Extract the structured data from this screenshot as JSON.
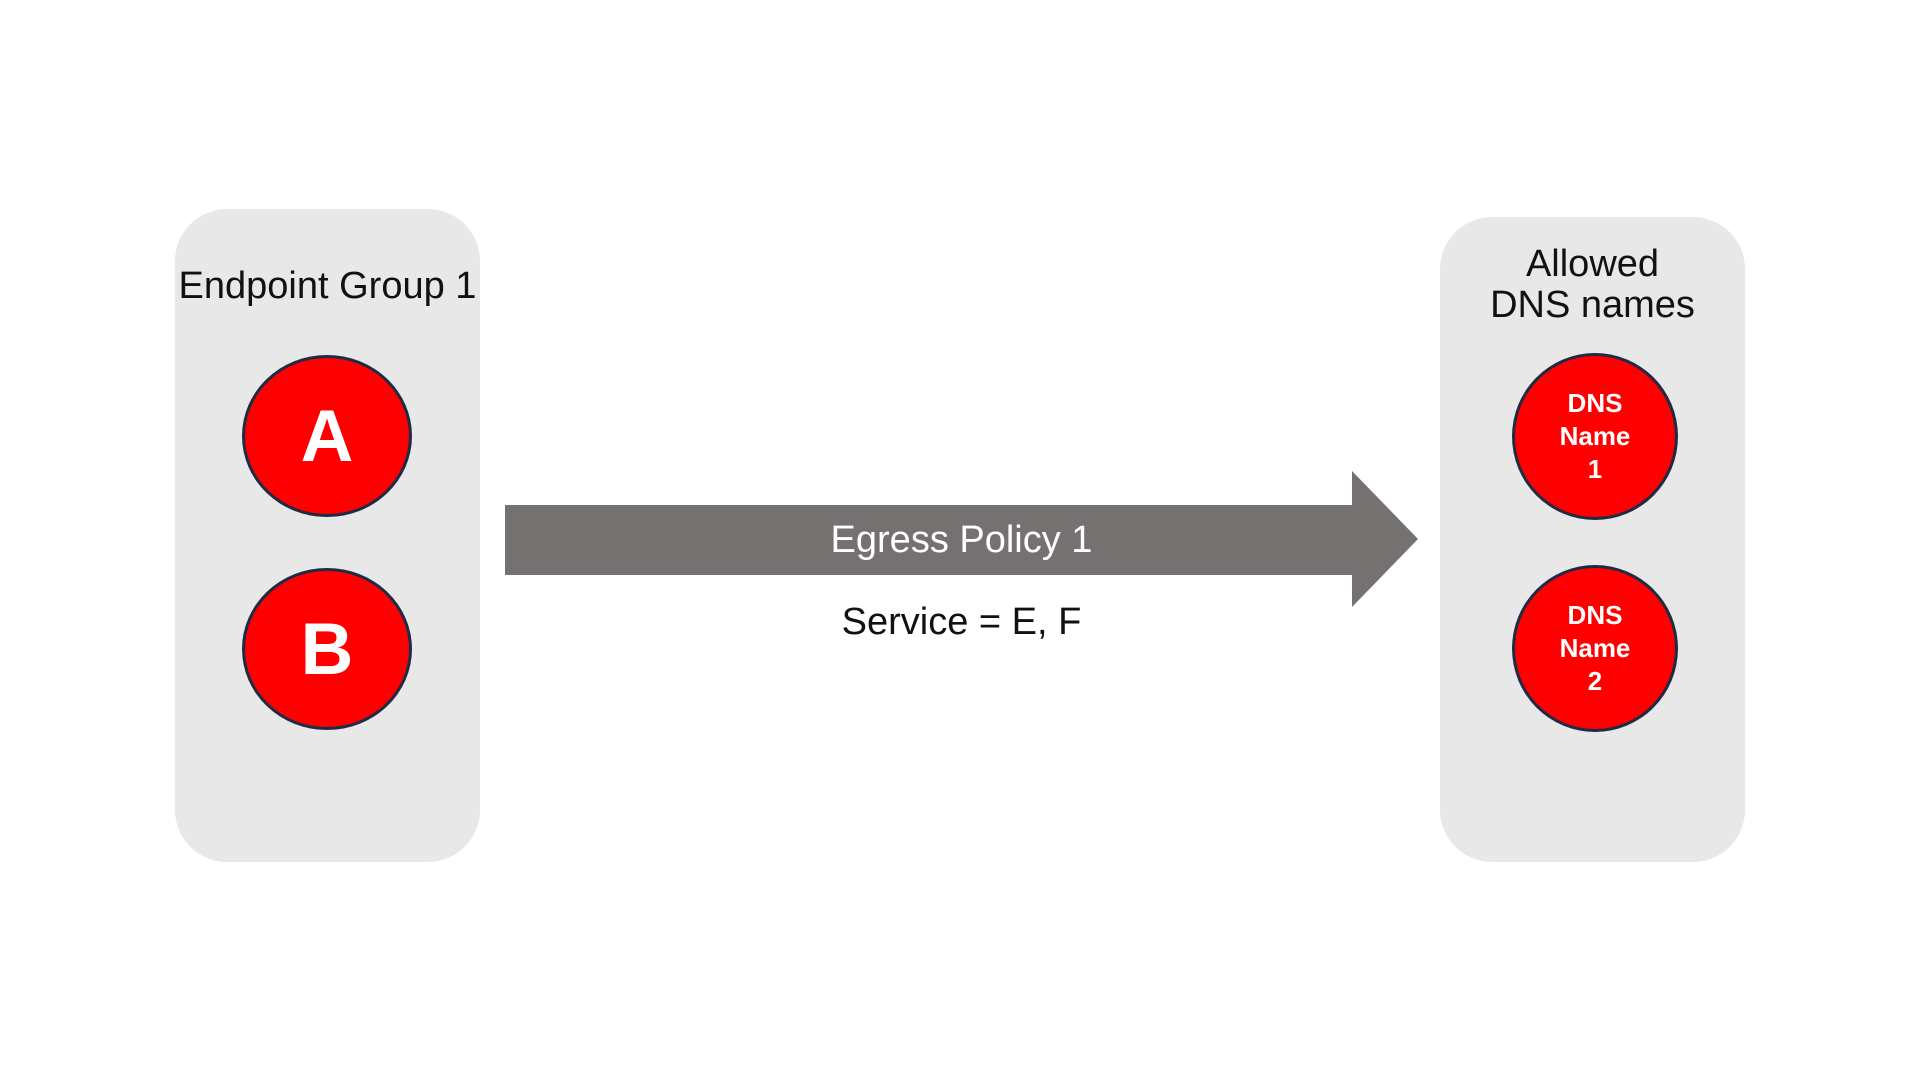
{
  "endpoint_group": {
    "title": "Endpoint Group 1",
    "nodes": [
      {
        "label": "A"
      },
      {
        "label": "B"
      }
    ]
  },
  "arrow": {
    "label": "Egress Policy 1",
    "service_label": "Service = E, F"
  },
  "allowed_dns": {
    "title_lines": [
      "Allowed",
      "DNS names"
    ],
    "nodes": [
      {
        "lines": [
          "DNS",
          "Name",
          "1"
        ]
      },
      {
        "lines": [
          "DNS",
          "Name",
          "2"
        ]
      }
    ]
  },
  "colors": {
    "box_fill": "#e8e8e8",
    "node_fill": "#fe0000",
    "node_border": "#1f2a44",
    "node_text": "#ffffff",
    "arrow_fill": "#767171",
    "arrow_text": "#ffffff",
    "title_text": "#111111"
  }
}
